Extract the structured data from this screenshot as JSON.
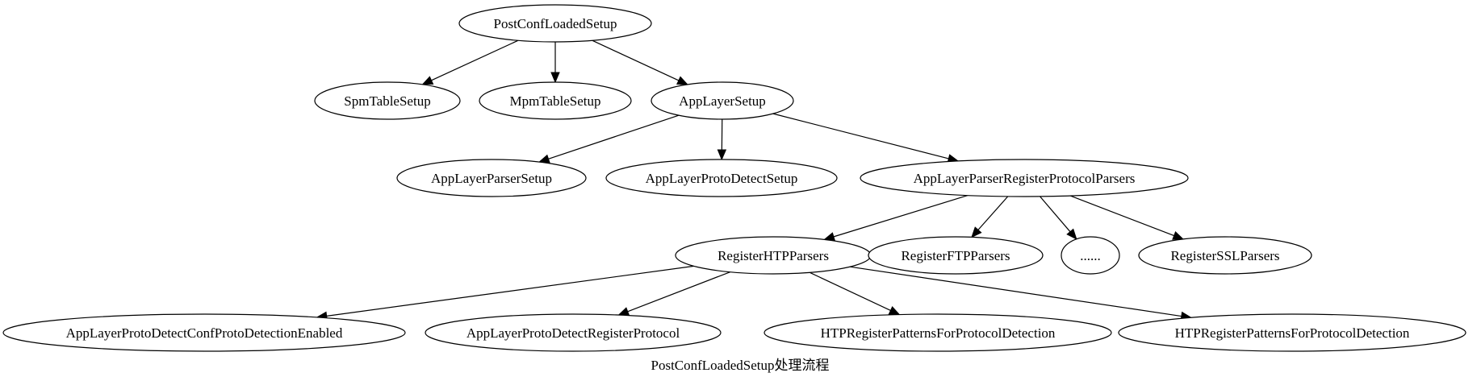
{
  "diagram": {
    "caption": "PostConfLoadedSetup处理流程",
    "nodes": [
      {
        "id": "n0",
        "label": "PostConfLoadedSetup"
      },
      {
        "id": "n1",
        "label": "SpmTableSetup"
      },
      {
        "id": "n2",
        "label": "MpmTableSetup"
      },
      {
        "id": "n3",
        "label": "AppLayerSetup"
      },
      {
        "id": "n4",
        "label": "AppLayerParserSetup"
      },
      {
        "id": "n5",
        "label": "AppLayerProtoDetectSetup"
      },
      {
        "id": "n6",
        "label": "AppLayerParserRegisterProtocolParsers"
      },
      {
        "id": "n7",
        "label": "RegisterHTPParsers"
      },
      {
        "id": "n8",
        "label": "RegisterFTPParsers"
      },
      {
        "id": "n9",
        "label": "......"
      },
      {
        "id": "n10",
        "label": "RegisterSSLParsers"
      },
      {
        "id": "n11",
        "label": "AppLayerProtoDetectConfProtoDetectionEnabled"
      },
      {
        "id": "n12",
        "label": "AppLayerProtoDetectRegisterProtocol"
      },
      {
        "id": "n13",
        "label": "HTPRegisterPatternsForProtocolDetection"
      },
      {
        "id": "n14",
        "label": "HTPRegisterPatternsForProtocolDetection"
      }
    ],
    "edges": [
      {
        "from": "n0",
        "to": "n1"
      },
      {
        "from": "n0",
        "to": "n2"
      },
      {
        "from": "n0",
        "to": "n3"
      },
      {
        "from": "n3",
        "to": "n4"
      },
      {
        "from": "n3",
        "to": "n5"
      },
      {
        "from": "n3",
        "to": "n6"
      },
      {
        "from": "n6",
        "to": "n7"
      },
      {
        "from": "n6",
        "to": "n8"
      },
      {
        "from": "n6",
        "to": "n9"
      },
      {
        "from": "n6",
        "to": "n10"
      },
      {
        "from": "n7",
        "to": "n11"
      },
      {
        "from": "n7",
        "to": "n12"
      },
      {
        "from": "n7",
        "to": "n13"
      },
      {
        "from": "n7",
        "to": "n14"
      }
    ]
  }
}
